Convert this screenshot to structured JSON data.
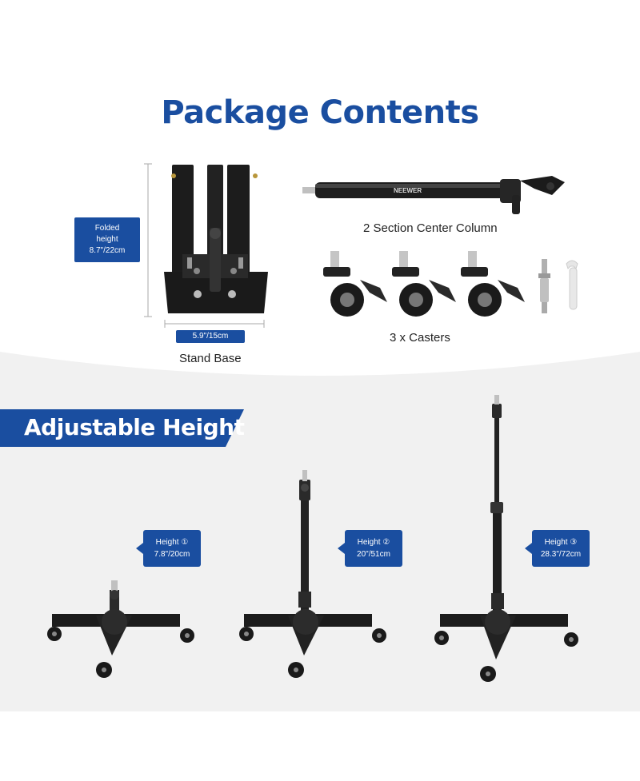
{
  "page": {
    "title": "Package Contents",
    "brand_color": "#1a4ea0"
  },
  "package": {
    "folded_height_line1": "Folded",
    "folded_height_line2": "height",
    "folded_height_line3": "8.7\"/22cm",
    "base_width": "5.9\"/15cm",
    "stand_base_caption": "Stand Base",
    "center_column_caption": "2 Section Center Column",
    "column_brand": "NEEWER",
    "casters_caption": "3 x Casters"
  },
  "adjustable": {
    "banner_title": "Adjustable Height",
    "heights": [
      {
        "label": "Height ①",
        "value": "7.8\"/20cm"
      },
      {
        "label": "Height ②",
        "value": "20\"/51cm"
      },
      {
        "label": "Height ③",
        "value": "28.3\"/72cm"
      }
    ]
  }
}
